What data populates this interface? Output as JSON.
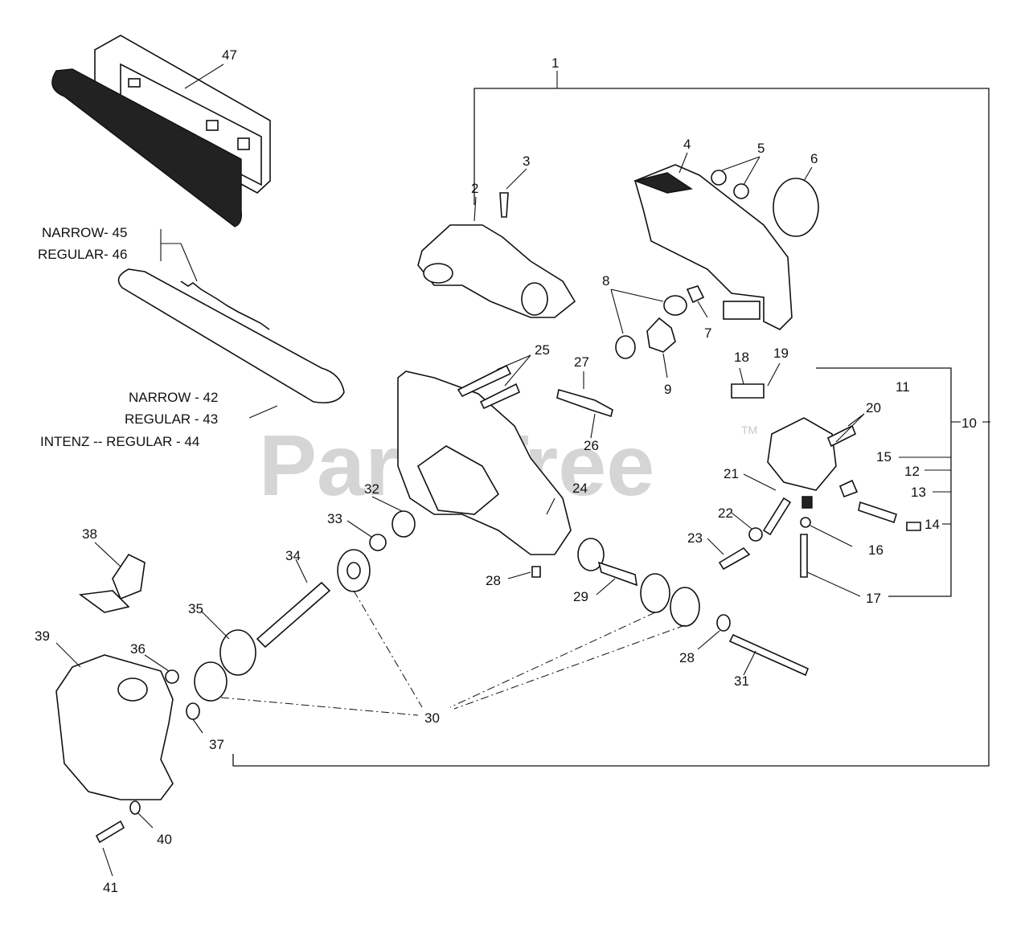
{
  "watermark": {
    "text": "PartsTree",
    "tm": "TM"
  },
  "callouts": {
    "c1": "1",
    "c2": "2",
    "c3": "3",
    "c4": "4",
    "c5": "5",
    "c6": "6",
    "c7": "7",
    "c8": "8",
    "c9": "9",
    "c10": "10",
    "c11": "11",
    "c12": "12",
    "c13": "13",
    "c14": "14",
    "c15": "15",
    "c16": "16",
    "c17": "17",
    "c18": "18",
    "c19": "19",
    "c20": "20",
    "c21": "21",
    "c22": "22",
    "c23": "23",
    "c24": "24",
    "c25": "25",
    "c26": "26",
    "c27": "27",
    "c28a": "28",
    "c28b": "28",
    "c29": "29",
    "c30": "30",
    "c31": "31",
    "c32": "32",
    "c33": "33",
    "c34": "34",
    "c35": "35",
    "c36": "36",
    "c37": "37",
    "c38": "38",
    "c39": "39",
    "c40": "40",
    "c41": "41",
    "c47": "47"
  },
  "chain_labels": {
    "narrow": "NARROW- 45",
    "regular": "REGULAR- 46"
  },
  "bar_labels": {
    "narrow": "NARROW - 42",
    "regular": "REGULAR - 43",
    "intenz": "INTENZ -- REGULAR - 44"
  }
}
